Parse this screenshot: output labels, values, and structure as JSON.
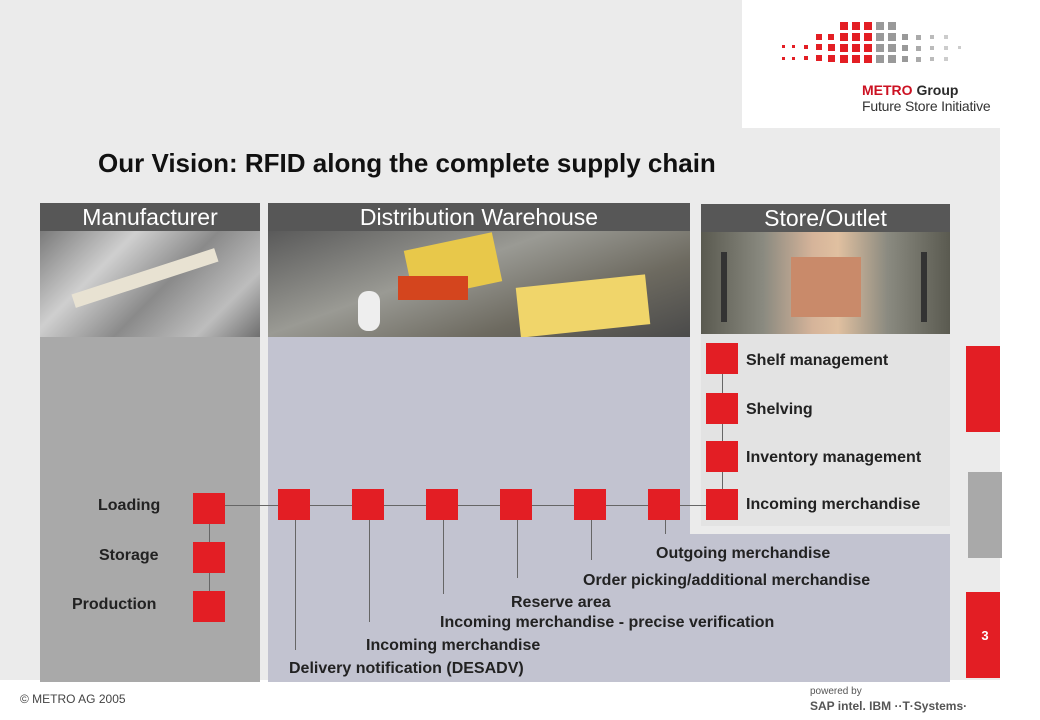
{
  "header": {
    "brand_top": "METRO",
    "brand_top2": "Group",
    "brand_sub": "Future Store Initiative",
    "title": "Our Vision: RFID along the complete supply chain"
  },
  "sections": {
    "manufacturer": "Manufacturer",
    "warehouse": "Distribution Warehouse",
    "store": "Store/Outlet"
  },
  "manufacturer_steps": [
    "Loading",
    "Storage",
    "Production"
  ],
  "store_steps": [
    "Shelf management",
    "Shelving",
    "Inventory management",
    "Incoming merchandise"
  ],
  "warehouse_steps": [
    "Outgoing merchandise",
    "Order picking/additional merchandise",
    "Reserve area",
    "Incoming merchandise - precise verification",
    "Incoming merchandise",
    "Delivery notification (DESADV)"
  ],
  "page_number": "3",
  "footer": {
    "copyright": "© METRO AG 2005",
    "powered_by": "powered by",
    "sponsors": "SAP  intel.  IBM  ··T·Systems·"
  },
  "colors": {
    "accent": "#e31e24",
    "header_bg": "#575757",
    "warehouse_bg": "#c2c3d0",
    "manufacturer_bg": "#a9a9a9"
  }
}
